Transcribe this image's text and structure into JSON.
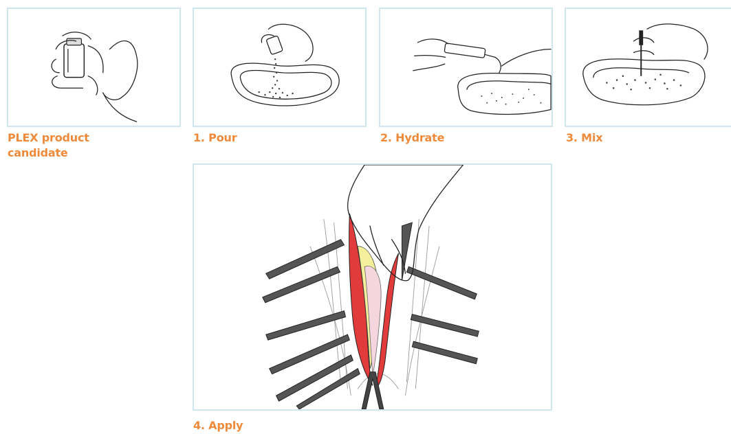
{
  "steps": [
    {
      "label": "PLEX product candidate",
      "illustration": "vial-in-hand-icon"
    },
    {
      "label": "1. Pour",
      "illustration": "pour-powder-icon"
    },
    {
      "label": "2. Hydrate",
      "illustration": "syringe-hydrate-icon"
    },
    {
      "label": "3. Mix",
      "illustration": "spatula-mix-icon"
    },
    {
      "label": "4. Apply",
      "illustration": "surgical-apply-icon"
    }
  ],
  "colors": {
    "caption": "#ef8a3a",
    "panel_border": "#cfe6ef",
    "tissue": "#e23b3b",
    "fat": "#f4ef9a"
  }
}
